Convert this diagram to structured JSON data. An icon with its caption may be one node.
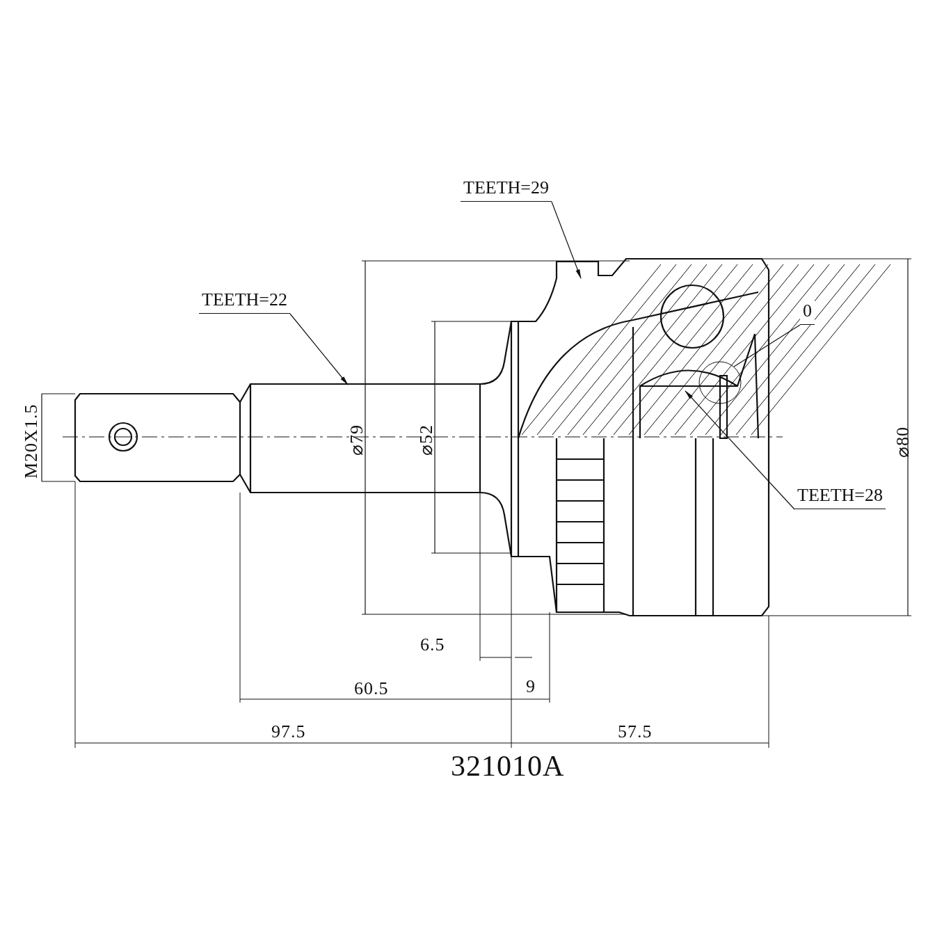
{
  "diagram": {
    "caption": "321010A",
    "nodes": [
      {
        "text": [
          "TEETH=29"
        ]
      },
      {
        "text": [
          "TEETH=22"
        ]
      },
      {
        "text": [
          "0"
        ]
      },
      {
        "text": [
          "TEETH=28"
        ]
      }
    ],
    "edges": [
      {
        "from": 0,
        "to": null,
        "arrow": "to"
      },
      {
        "from": 1,
        "to": null,
        "arrow": "to"
      },
      {
        "from": 2,
        "to": null,
        "arrow": "none"
      },
      {
        "from": 3,
        "to": null,
        "arrow": "to"
      }
    ],
    "labels": [
      "M20X1.5",
      "⌀79",
      "⌀52",
      "⌀80",
      "6.5",
      "60.5",
      "9",
      "97.5",
      "57.5"
    ]
  }
}
